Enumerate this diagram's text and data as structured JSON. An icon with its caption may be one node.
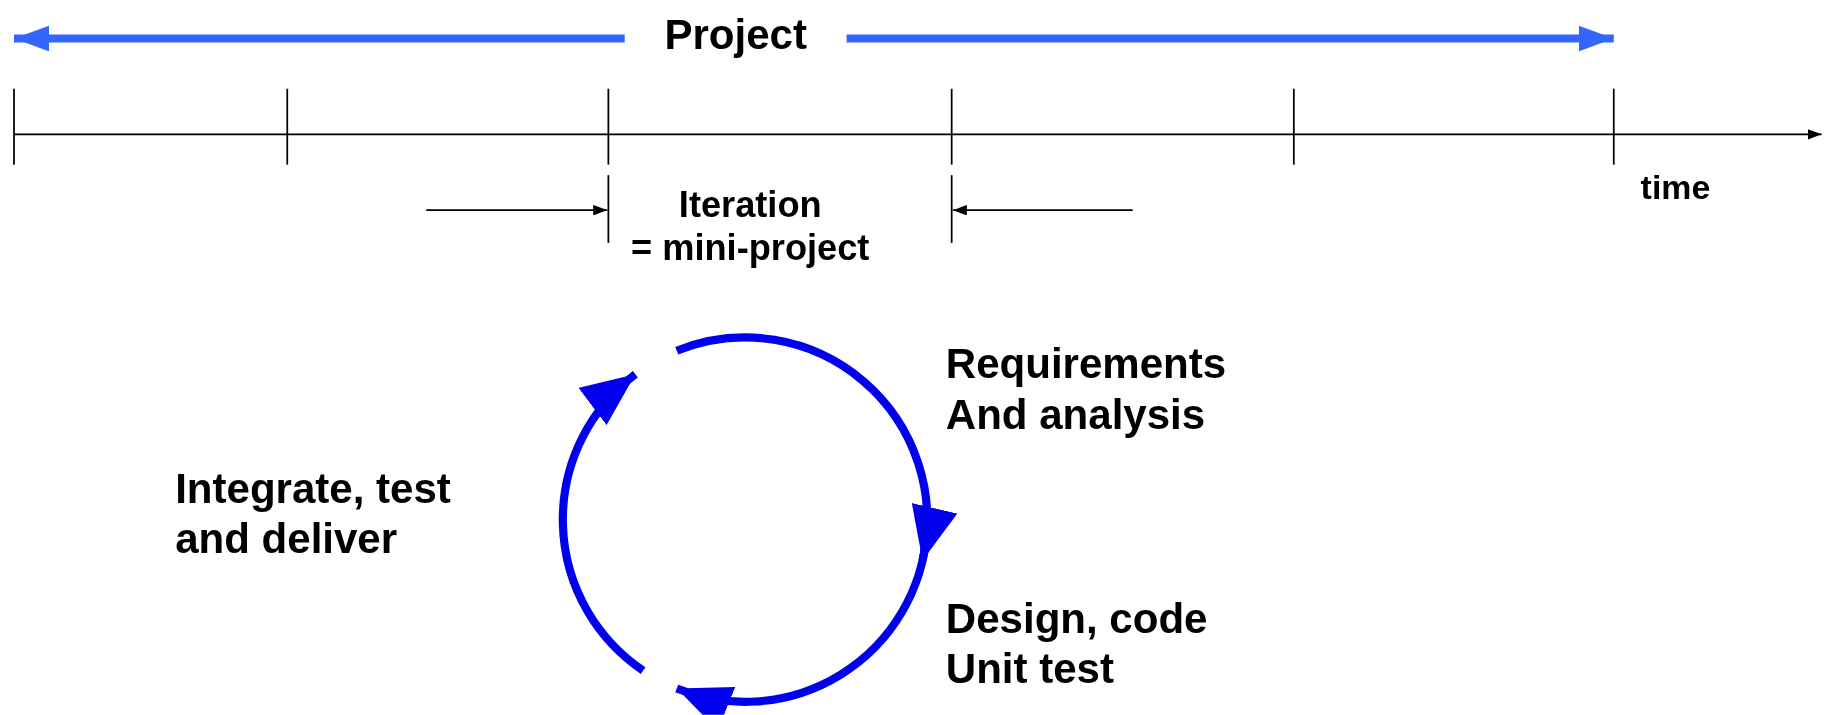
{
  "diagram": {
    "labels": [
      "Project",
      "time",
      "Iteration = mini-project",
      "Requirements And analysis",
      "Integrate, test and deliver",
      "Design, code Unit test"
    ]
  }
}
